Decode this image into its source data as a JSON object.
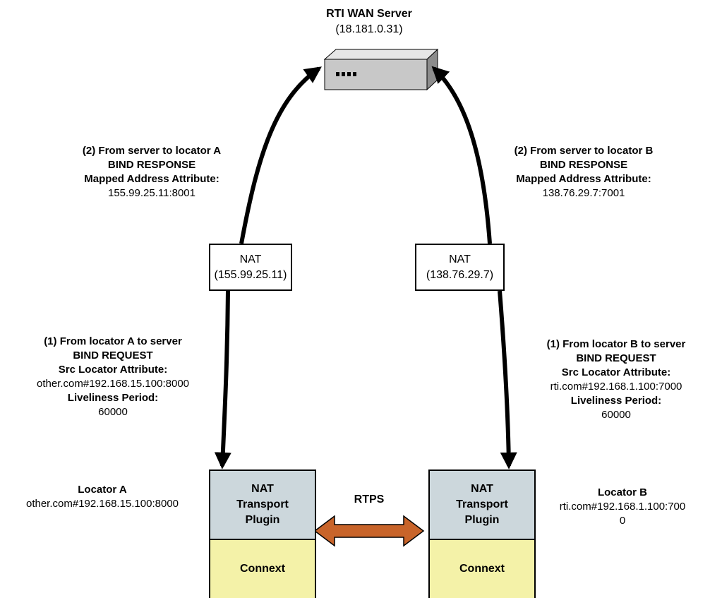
{
  "server": {
    "title": "RTI WAN Server",
    "address": "(18.181.0.31)"
  },
  "response_a": {
    "line1": "(2) From server to locator A",
    "line2": "BIND RESPONSE",
    "line3": "Mapped Address Attribute:",
    "line4": "155.99.25.11:8001"
  },
  "response_b": {
    "line1": "(2) From server to locator B",
    "line2": "BIND RESPONSE",
    "line3": "Mapped Address Attribute:",
    "line4": "138.76.29.7:7001"
  },
  "nat_a": {
    "label": "NAT",
    "address": "(155.99.25.11)"
  },
  "nat_b": {
    "label": "NAT",
    "address": "(138.76.29.7)"
  },
  "request_a": {
    "line1": "(1) From locator A to server",
    "line2": "BIND REQUEST",
    "line3": "Src Locator Attribute:",
    "line4": "other.com#192.168.15.100:8000",
    "line5": "Liveliness Period:",
    "line6": "60000"
  },
  "request_b": {
    "line1": "(1) From locator B to server",
    "line2": "BIND REQUEST",
    "line3": "Src Locator Attribute:",
    "line4": "rti.com#192.168.1.100:7000",
    "line5": "Liveliness Period:",
    "line6": "60000"
  },
  "locator_a": {
    "name": "Locator A",
    "address": "other.com#192.168.15.100:8000",
    "plugin_line1": "NAT",
    "plugin_line2": "Transport",
    "plugin_line3": "Plugin",
    "connext": "Connext"
  },
  "locator_b": {
    "name": "Locator B",
    "address_line1": "rti.com#192.168.1.100:700",
    "address_line2": "0",
    "plugin_line1": "NAT",
    "plugin_line2": "Transport",
    "plugin_line3": "Plugin",
    "connext": "Connext"
  },
  "rtps": {
    "label": "RTPS"
  },
  "colors": {
    "plugin_fill": "#ccd7dc",
    "connext_fill": "#f4f2a8",
    "rtps_arrow_fill": "#c8642a",
    "server_fill": "#c8c8c8"
  }
}
